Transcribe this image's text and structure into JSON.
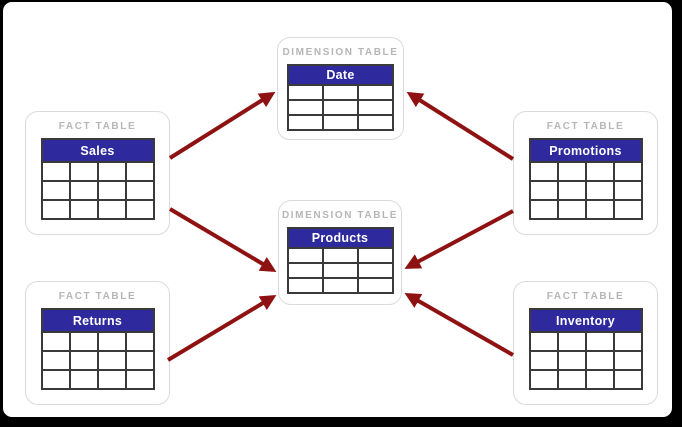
{
  "diagram": {
    "description": "Fact constellation schema with fact tables linked to shared dimension tables",
    "colors": {
      "header": "#2E2A9E",
      "arrow": "#8E1212",
      "label": "#B6B6B6"
    },
    "nodes": [
      {
        "id": "date",
        "type_label": "DIMENSION TABLE",
        "title": "Date",
        "rows": 3,
        "cols": 3
      },
      {
        "id": "sales",
        "type_label": "FACT TABLE",
        "title": "Sales",
        "rows": 3,
        "cols": 4
      },
      {
        "id": "promotions",
        "type_label": "FACT TABLE",
        "title": "Promotions",
        "rows": 3,
        "cols": 4
      },
      {
        "id": "products",
        "type_label": "DIMENSION TABLE",
        "title": "Products",
        "rows": 3,
        "cols": 3
      },
      {
        "id": "returns",
        "type_label": "FACT TABLE",
        "title": "Returns",
        "rows": 3,
        "cols": 4
      },
      {
        "id": "inventory",
        "type_label": "FACT TABLE",
        "title": "Inventory",
        "rows": 3,
        "cols": 4
      }
    ],
    "edges": [
      {
        "from": "sales",
        "to": "date"
      },
      {
        "from": "sales",
        "to": "products"
      },
      {
        "from": "returns",
        "to": "products"
      },
      {
        "from": "promotions",
        "to": "date"
      },
      {
        "from": "promotions",
        "to": "products"
      },
      {
        "from": "inventory",
        "to": "products"
      }
    ]
  }
}
